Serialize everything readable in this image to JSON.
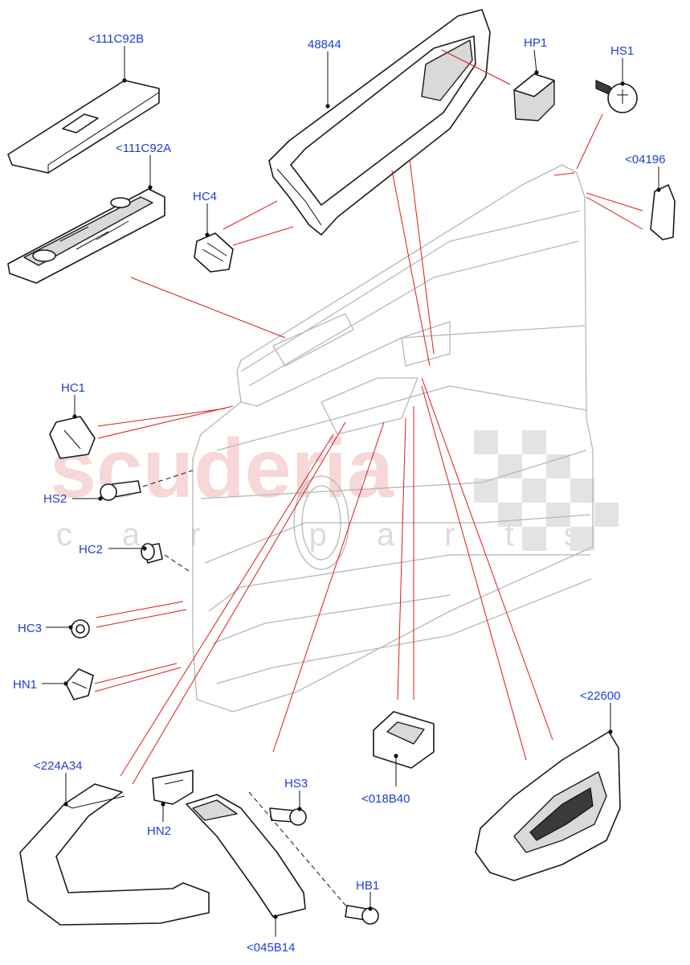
{
  "watermark": {
    "brand": "scuderia",
    "subtitle": "car parts"
  },
  "callouts": [
    {
      "id": "111c92b",
      "text": "<111C92B"
    },
    {
      "id": "48844",
      "text": "48844"
    },
    {
      "id": "hp1",
      "text": "HP1"
    },
    {
      "id": "hs1",
      "text": "HS1"
    },
    {
      "id": "111c92a",
      "text": "<111C92A"
    },
    {
      "id": "04196",
      "text": "<04196"
    },
    {
      "id": "hc4",
      "text": "HC4"
    },
    {
      "id": "hc1",
      "text": "HC1"
    },
    {
      "id": "hs2",
      "text": "HS2"
    },
    {
      "id": "hc2",
      "text": "HC2"
    },
    {
      "id": "hc3",
      "text": "HC3"
    },
    {
      "id": "hn1",
      "text": "HN1"
    },
    {
      "id": "22600",
      "text": "<22600"
    },
    {
      "id": "224a34",
      "text": "<224A34"
    },
    {
      "id": "hs3",
      "text": "HS3"
    },
    {
      "id": "018b40",
      "text": "<018B40"
    },
    {
      "id": "hn2",
      "text": "HN2"
    },
    {
      "id": "hb1",
      "text": "HB1"
    },
    {
      "id": "045b14",
      "text": "<045B14"
    }
  ]
}
